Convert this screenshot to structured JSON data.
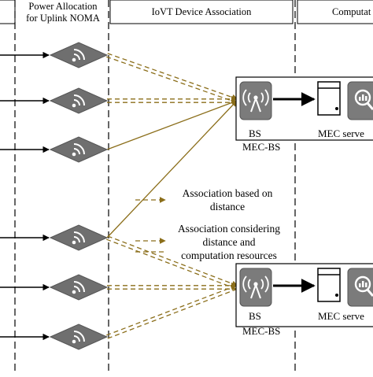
{
  "headers": {
    "col_power_line1": "Power Allocation",
    "col_power_line2": "for Uplink NOMA",
    "col_assoc": "IoVT Device Association",
    "col_comp": "Computat"
  },
  "legend": {
    "distance_line1": "Association based on",
    "distance_line2": "distance",
    "compute_line1": "Association considering",
    "compute_line2": "distance and",
    "compute_line3": "computation resources"
  },
  "stations": [
    {
      "bs_label": "BS",
      "server_label": "MEC serve",
      "group_label": "MEC-BS"
    },
    {
      "bs_label": "BS",
      "server_label": "MEC serve",
      "group_label": "MEC-BS"
    }
  ],
  "colors": {
    "association_line": "#8b6e1a",
    "device_fill": "#6f6f6f",
    "icon_fill": "#7b7b7b",
    "divider": "#000000"
  },
  "icons": {
    "device": "wifi-icon",
    "bs": "antenna-tower-icon",
    "server": "server-icon",
    "analytics": "magnifier-chart-icon"
  }
}
